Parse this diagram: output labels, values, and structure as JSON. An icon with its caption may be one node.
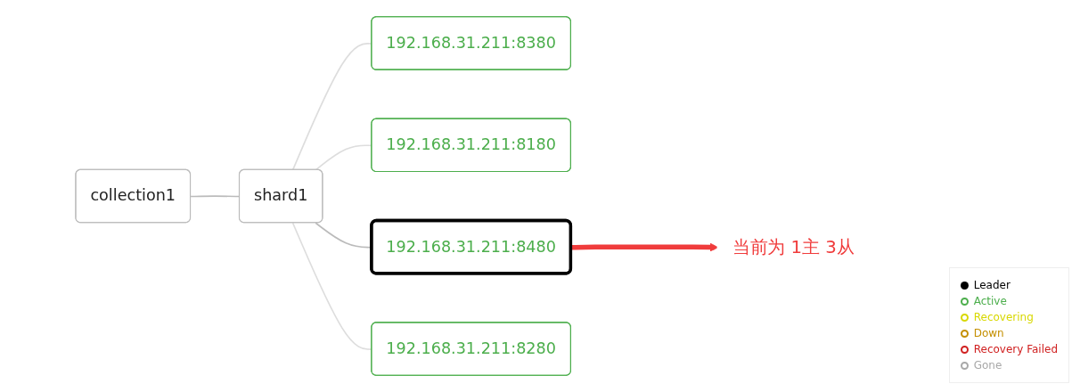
{
  "diagram": {
    "nodes": [
      {
        "text": [
          "collection1"
        ]
      },
      {
        "text": [
          "shard1"
        ]
      },
      {
        "text": [
          "192.168.31.211:8380"
        ]
      },
      {
        "text": [
          "192.168.31.211:8180"
        ]
      },
      {
        "text": [
          "192.168.31.211:8480"
        ]
      },
      {
        "text": [
          "192.168.31.211:8280"
        ]
      },
      {
        "text": [
          "当前为 1主 3从"
        ]
      }
    ],
    "edges": [
      {
        "from": 0,
        "to": 1,
        "arrow": "none",
        "color": "#bbbbbb"
      },
      {
        "from": 1,
        "to": 2,
        "arrow": "none"
      },
      {
        "from": 1,
        "to": 3,
        "arrow": "none"
      },
      {
        "from": 1,
        "to": 4,
        "arrow": "none",
        "color": "#bbbbbb"
      },
      {
        "from": 1,
        "to": 5,
        "arrow": "none"
      },
      {
        "from": 4,
        "to": 6,
        "arrow": "to",
        "style": "thick",
        "color": "#f03c3c"
      }
    ],
    "legend": [
      {
        "text": "Leader",
        "color": "#000000"
      },
      {
        "text": "Active",
        "color": "#4cae4c"
      },
      {
        "text": "Recovering",
        "color": "#d8d800"
      },
      {
        "text": "Down",
        "color": "#c48f00"
      },
      {
        "text": "Recovery Failed",
        "color": "#d02020"
      },
      {
        "text": "Gone",
        "color": "#a8a8a8"
      }
    ]
  }
}
